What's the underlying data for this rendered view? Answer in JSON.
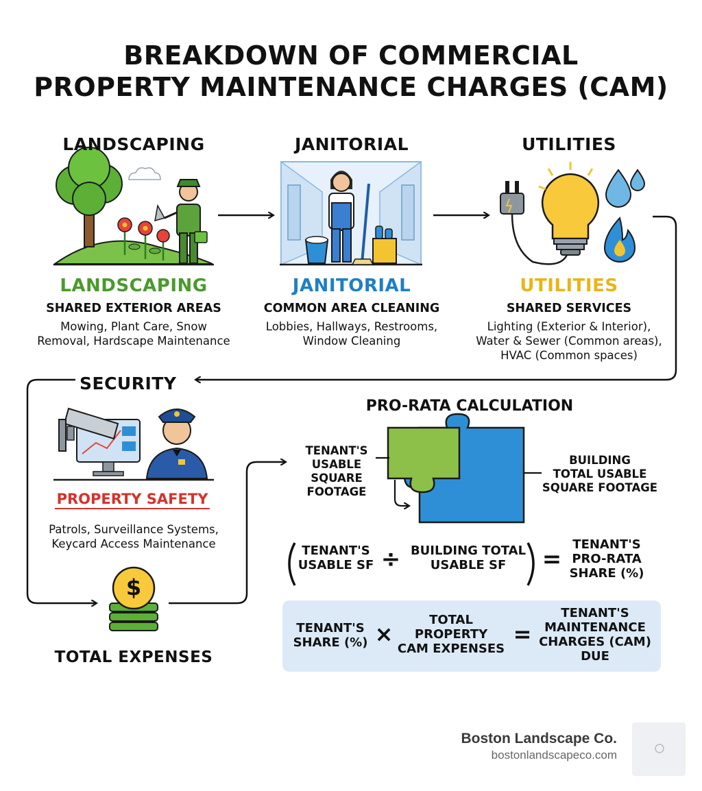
{
  "title": {
    "line1": "BREAKDOWN OF COMMERCIAL",
    "line2": "PROPERTY MAINTENANCE CHARGES (CAM)"
  },
  "landscaping": {
    "header": "LANDSCAPING",
    "category": "LANDSCAPING",
    "subtitle": "SHARED EXTERIOR AREAS",
    "desc_line1": "Mowing, Plant Care, Snow",
    "desc_line2": "Removal, Hardscape Maintenance",
    "color": "#4a9a2e"
  },
  "janitorial": {
    "header": "JANITORIAL",
    "category": "JANITORIAL",
    "subtitle": "COMMON AREA CLEANING",
    "desc_line1": "Lobbies, Hallways, Restrooms,",
    "desc_line2": "Window Cleaning",
    "color": "#1f7fc4"
  },
  "utilities": {
    "header": "UTILITIES",
    "category": "UTILITIES",
    "subtitle": "SHARED SERVICES",
    "desc_line1": "Lighting (Exterior & Interior),",
    "desc_line2": "Water & Sewer (Common areas),",
    "desc_line3": "HVAC (Common spaces)",
    "color": "#e8b51a"
  },
  "security": {
    "header": "SECURITY",
    "category": "PROPERTY SAFETY",
    "desc_line1": "Patrols, Surveillance Systems,",
    "desc_line2": "Keycard Access Maintenance",
    "color": "#d6322b"
  },
  "total_expenses": {
    "label": "TOTAL EXPENSES",
    "symbol": "$"
  },
  "prorata": {
    "header": "PRO-RATA CALCULATION",
    "tenant_l1": "TENANT'S",
    "tenant_l2": "USABLE",
    "tenant_l3": "SQUARE",
    "tenant_l4": "FOOTAGE",
    "building_l1": "BUILDING",
    "building_l2": "TOTAL USABLE",
    "building_l3": "SQUARE FOOTAGE",
    "f1_a_l1": "TENANT'S",
    "f1_a_l2": "USABLE SF",
    "f1_op": "÷",
    "f1_b_l1": "BUILDING TOTAL",
    "f1_b_l2": "USABLE SF",
    "f1_eq": "=",
    "f1_r_l1": "TENANT'S",
    "f1_r_l2": "PRO-RATA",
    "f1_r_l3": "SHARE (%)",
    "f2_a_l1": "TENANT'S",
    "f2_a_l2": "SHARE (%)",
    "f2_op": "×",
    "f2_b_l1": "TOTAL",
    "f2_b_l2": "PROPERTY",
    "f2_b_l3": "CAM EXPENSES",
    "f2_eq": "=",
    "f2_r_l1": "TENANT'S",
    "f2_r_l2": "MAINTENANCE",
    "f2_r_l3": "CHARGES (CAM)",
    "f2_r_l4": "DUE",
    "puzzle_green": "#8dc048",
    "puzzle_blue": "#2f8fd6",
    "box_bg": "#dceaf7"
  },
  "footer": {
    "company": "Boston Landscape Co.",
    "url": "bostonlandscapeco.com"
  }
}
